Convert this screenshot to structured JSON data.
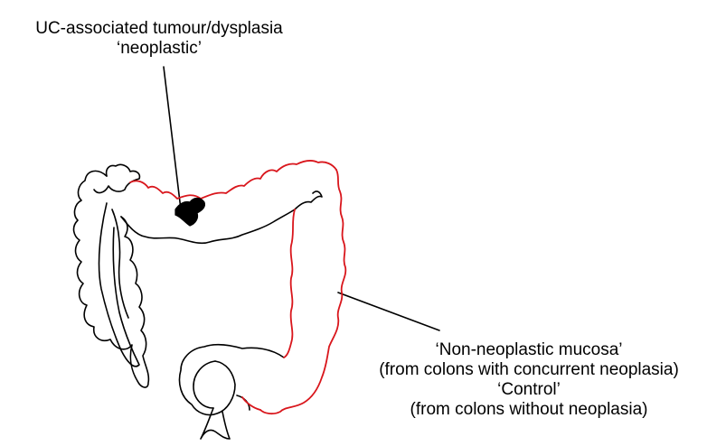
{
  "labels": {
    "neoplastic": {
      "line1": "UC-associated tumour/dysplasia",
      "line2": "‘neoplastic’"
    },
    "mucosa": {
      "line1": "‘Non-neoplastic mucosa’",
      "line2": "(from colons with concurrent neoplasia)",
      "line3": "‘Control’",
      "line4": "(from colons without neoplasia)"
    }
  },
  "colors": {
    "sampled_region": "#d9161c",
    "outline": "#000000",
    "tumour": "#000000"
  }
}
